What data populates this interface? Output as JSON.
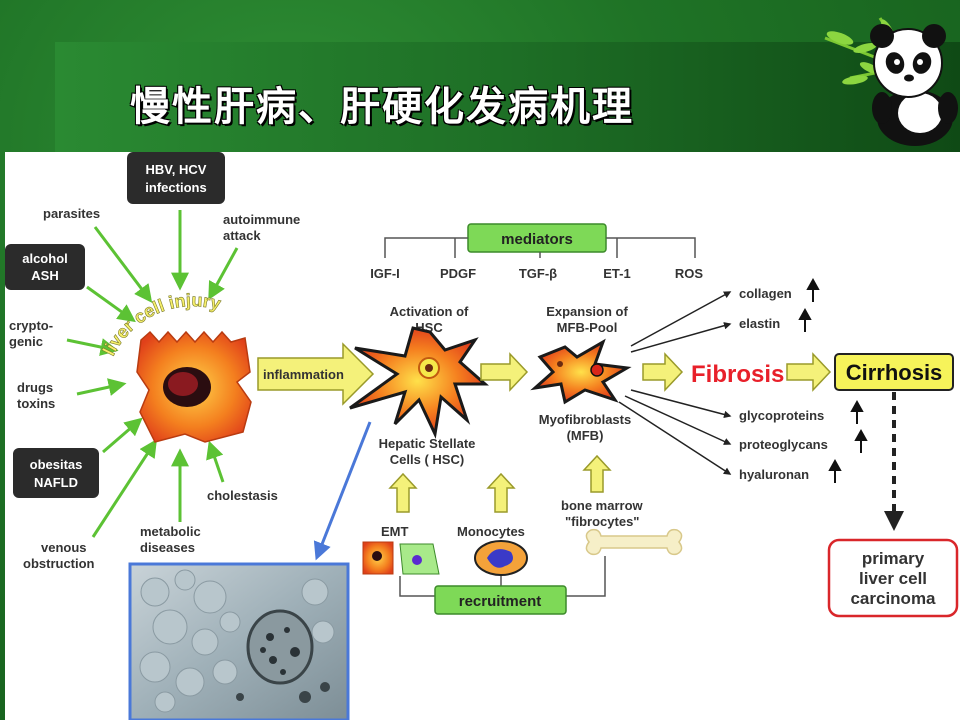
{
  "slide": {
    "title": "慢性肝病、肝硬化发病机理"
  },
  "causes": {
    "hbv_line1": "HBV, HCV",
    "hbv_line2": "infections",
    "parasites": "parasites",
    "autoimmune_line1": "autoimmune",
    "autoimmune_line2": "attack",
    "alcohol_line1": "alcohol",
    "alcohol_line2": "ASH",
    "crypto_line1": "crypto-",
    "crypto_line2": "genic",
    "drugs_line1": "drugs",
    "drugs_line2": "toxins",
    "obesitas_line1": "obesitas",
    "obesitas_line2": "NAFLD",
    "venous_line1": "venous",
    "venous_line2": "obstruction",
    "metabolic_line1": "metabolic",
    "metabolic_line2": "diseases",
    "cholestasis": "cholestasis"
  },
  "center": {
    "injury_label": "liver cell injury",
    "inflammation": "inflammation"
  },
  "mediators": {
    "label": "mediators",
    "items": [
      "IGF-I",
      "PDGF",
      "TGF-β",
      "ET-1",
      "ROS"
    ]
  },
  "hsc": {
    "activation_line1": "Activation of",
    "activation_line2": "HSC",
    "hepatic_line1": "Hepatic Stellate",
    "hepatic_line2": "Cells ( HSC)"
  },
  "mfb": {
    "expansion_line1": "Expansion of",
    "expansion_line2": "MFB-Pool",
    "myo_line1": "Myofibroblasts",
    "myo_line2": "(MFB)"
  },
  "sources": {
    "emt": "EMT",
    "monocytes": "Monocytes",
    "bone_line1": "bone marrow",
    "bone_line2": "\"fibrocytes\"",
    "recruitment": "recruitment"
  },
  "outcomes": {
    "fibrosis": "Fibrosis",
    "cirrhosis": "Cirrhosis",
    "carcinoma_line1": "primary",
    "carcinoma_line2": "liver cell",
    "carcinoma_line3": "carcinoma"
  },
  "matrix": {
    "items": [
      "collagen",
      "elastin",
      "glycoproteins",
      "proteoglycans",
      "hyaluronan"
    ]
  },
  "colors": {
    "green_box": "#7ed957",
    "dark_box": "#2b2b2b",
    "fibrosis_red": "#e8202a",
    "arrow_green": "#5cc234",
    "arrow_yellow": "#f4f17a"
  }
}
